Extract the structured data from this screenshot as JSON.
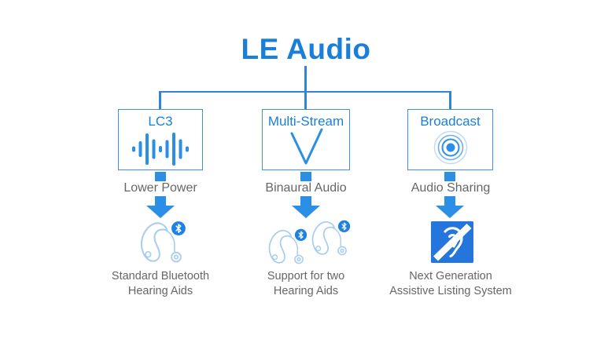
{
  "title": "LE Audio",
  "colors": {
    "primary": "#1a7fd9",
    "accent": "#2b8fe6",
    "line": "#2f85d8",
    "border": "#4090dc",
    "light": "#a9cdf0",
    "badge": "#1e82e4",
    "deep": "#2476dd",
    "ring_mid": "#6fb0e8",
    "ring_faint": "#bfdaf4",
    "gray": "#666666"
  },
  "branches": [
    {
      "box_label": "LC3",
      "box_icon": "waveform-icon",
      "benefit": "Lower Power",
      "result_icon": "hearing-aid-bluetooth-icon",
      "caption_line1": "Standard Bluetooth",
      "caption_line2": "Hearing Aids"
    },
    {
      "box_label": "Multi-Stream",
      "box_icon": "multi-stream-v-icon",
      "benefit": "Binaural Audio",
      "result_icon": "two-hearing-aids-bluetooth-icon",
      "caption_line1": "Support for two",
      "caption_line2": "Hearing Aids"
    },
    {
      "box_label": "Broadcast",
      "box_icon": "broadcast-waves-icon",
      "benefit": "Audio Sharing",
      "result_icon": "assistive-listening-icon",
      "caption_line1": "Next Generation",
      "caption_line2": "Assistive Listing System"
    }
  ]
}
